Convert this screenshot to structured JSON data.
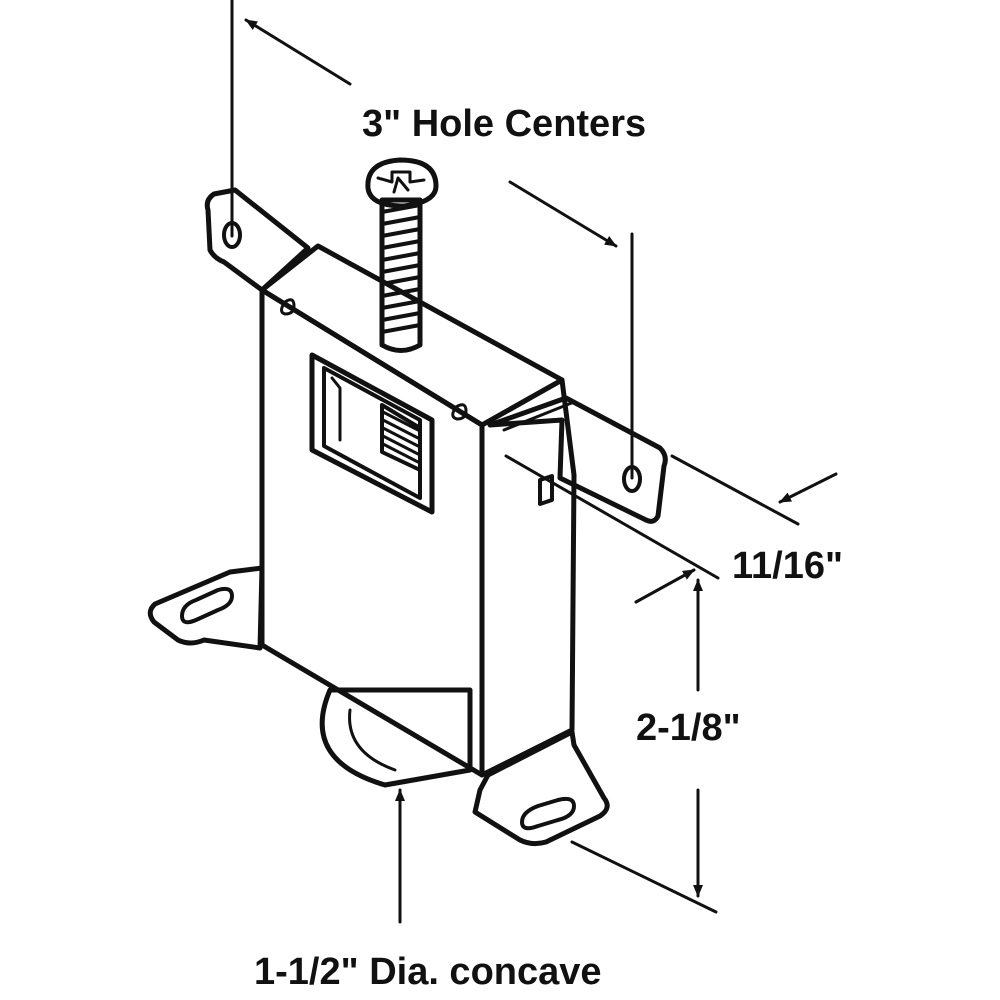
{
  "diagram": {
    "labels": {
      "hole_centers": "3\" Hole Centers",
      "depth": "11/16\"",
      "height": "2-1/8\"",
      "wheel": "1-1/2\" Dia. concave"
    }
  },
  "colors": {
    "ink": "#111111",
    "background": "#ffffff"
  }
}
